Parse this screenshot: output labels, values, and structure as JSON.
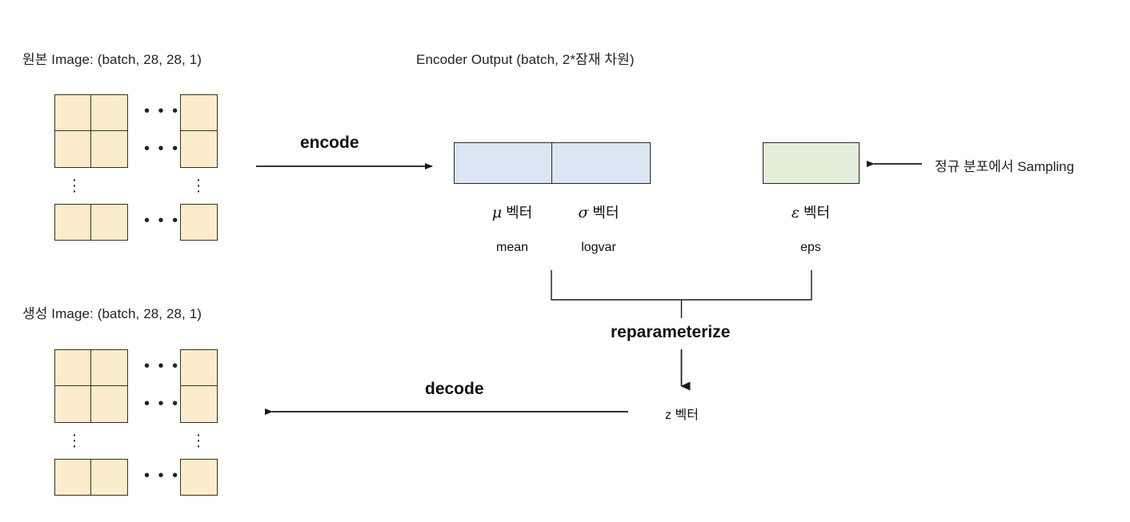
{
  "diagram": {
    "title_original_image": "원본 Image: (batch, 28, 28, 1)",
    "title_encoder_output": "Encoder Output (batch, 2*잠재 차원)",
    "title_generated_image": "생성 Image: (batch, 28, 28, 1)",
    "sampling_note": "정규 분포에서 Sampling"
  },
  "arrows": {
    "encode": "encode",
    "decode": "decode",
    "reparameterize": "reparameterize"
  },
  "vectors": {
    "mu": {
      "symbol": "μ",
      "suffix": " 벡터",
      "code": "mean"
    },
    "sigma": {
      "symbol": "σ",
      "suffix": " 벡터",
      "code": "logvar"
    },
    "epsilon": {
      "symbol": "ε",
      "suffix": " 벡터",
      "code": "eps"
    },
    "z": {
      "label": "z 벡터"
    }
  },
  "ellipsis": {
    "horizontal": "• • •",
    "vertical_dot": "·"
  },
  "colors": {
    "pixel_fill": "#fdeccb",
    "pixel_border": "#3b2f1e",
    "mu_sigma_fill": "#dce6f2",
    "eps_fill": "#e3efda",
    "box_border": "#24282c",
    "line": "#1a1a1a",
    "text": "#222222",
    "background": "#ffffff"
  },
  "image_grid": {
    "top_left_rows": 2,
    "top_left_cols": 2,
    "top_right_rows": 2,
    "top_right_cols": 1,
    "bottom_left_rows": 1,
    "bottom_left_cols": 2,
    "bottom_right_rows": 1,
    "bottom_right_cols": 1
  }
}
